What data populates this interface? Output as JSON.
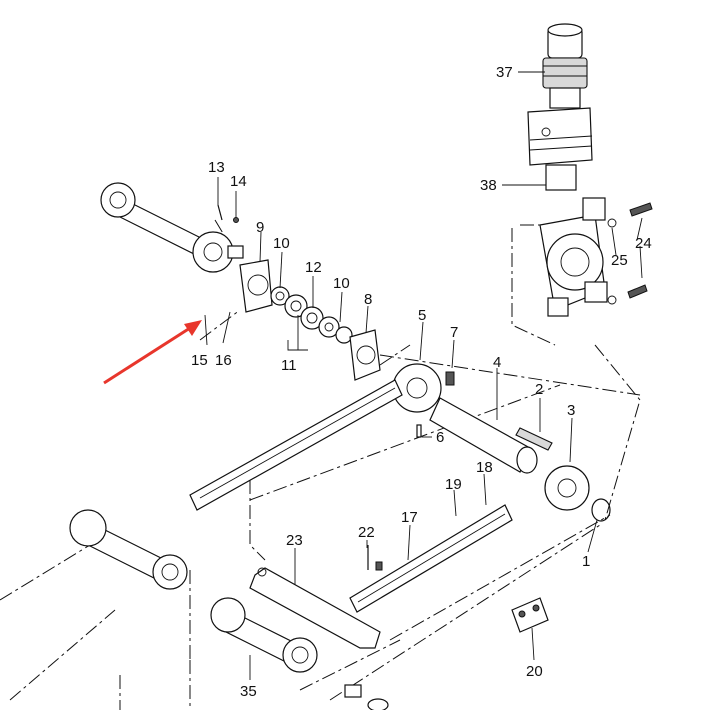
{
  "labels": {
    "p1": "1",
    "p2": "2",
    "p3": "3",
    "p4": "4",
    "p5": "5",
    "p6": "6",
    "p7": "7",
    "p8": "8",
    "p9": "9",
    "p10a": "10",
    "p10b": "10",
    "p11": "11",
    "p12": "12",
    "p13": "13",
    "p14": "14",
    "p15": "15",
    "p16": "16",
    "p17": "17",
    "p18": "18",
    "p19": "19",
    "p20": "20",
    "p22": "22",
    "p23": "23",
    "p24": "24",
    "p25": "25",
    "p35": "35",
    "p37": "37",
    "p38": "38"
  },
  "colors": {
    "line": "#111111",
    "arrow": "#e8362c",
    "background": "#ffffff"
  }
}
